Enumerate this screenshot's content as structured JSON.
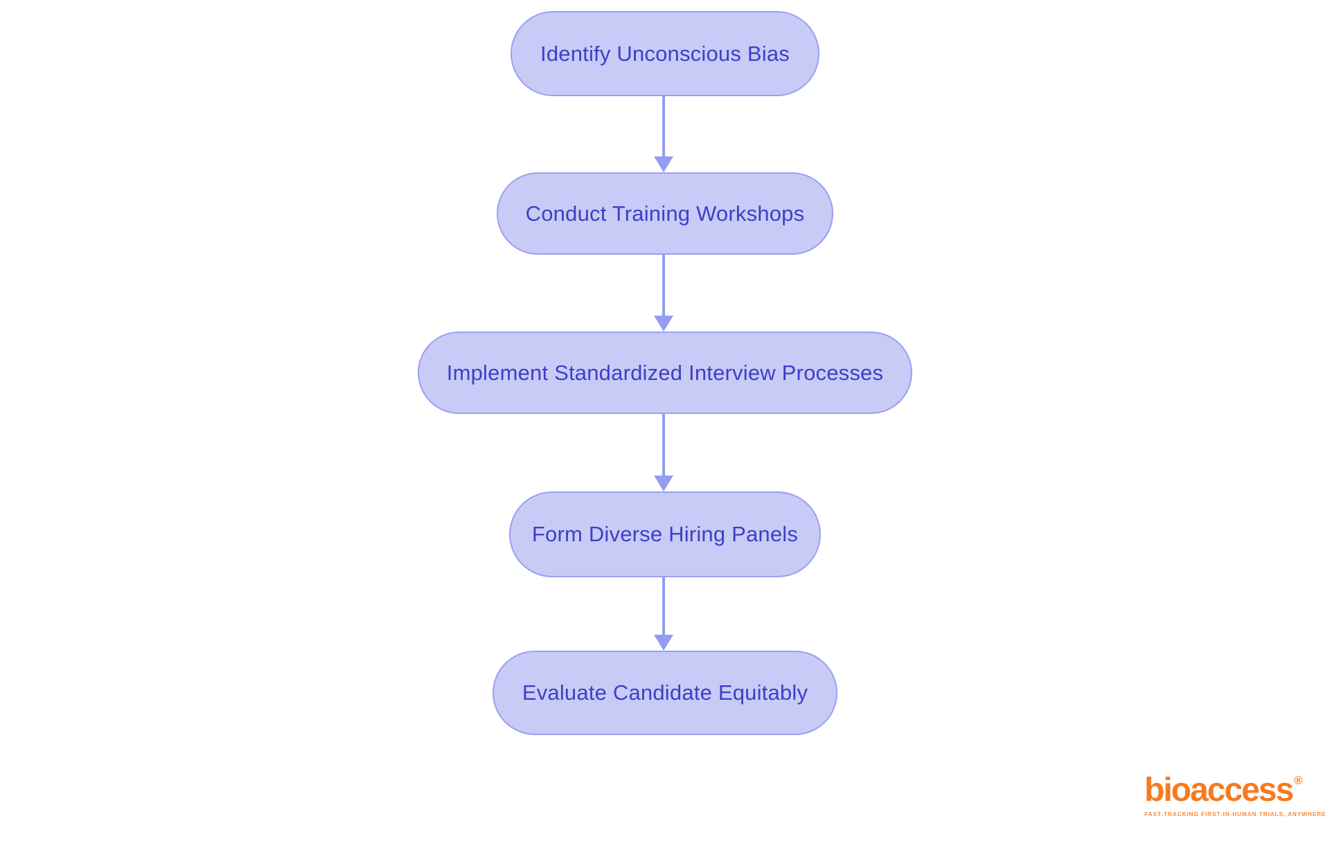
{
  "page": {
    "background": "#ffffff"
  },
  "flowchart": {
    "type": "flowchart",
    "direction": "top-down",
    "nodes": [
      {
        "label": "Identify Unconscious Bias"
      },
      {
        "label": "Conduct Training Workshops"
      },
      {
        "label": "Implement Standardized Interview Processes"
      },
      {
        "label": "Form Diverse Hiring Panels"
      },
      {
        "label": "Evaluate Candidate Equitably"
      }
    ],
    "edges": [
      {
        "from": "Identify Unconscious Bias",
        "to": "Conduct Training Workshops"
      },
      {
        "from": "Conduct Training Workshops",
        "to": "Implement Standardized Interview Processes"
      },
      {
        "from": "Implement Standardized Interview Processes",
        "to": "Form Diverse Hiring Panels"
      },
      {
        "from": "Form Diverse Hiring Panels",
        "to": "Evaluate Candidate Equitably"
      }
    ]
  },
  "colors": {
    "node_fill": "#c9cbf7",
    "node_border": "#9a9ff0",
    "node_text": "#3c40c6",
    "arrow_color": "#969cee",
    "brand_orange": "#f47b20"
  },
  "branding": {
    "logo_text": "bioaccess",
    "registered_mark": "®",
    "tagline": "FAST-TRACKING FIRST-IN-HUMAN TRIALS, ANYWHERE"
  }
}
